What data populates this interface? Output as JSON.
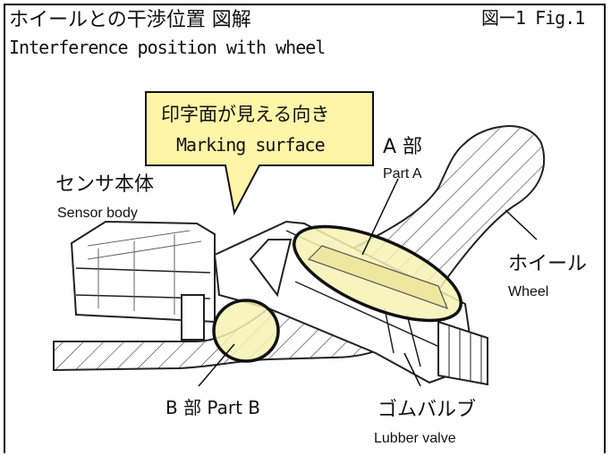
{
  "title_ja": "ホイールとの干渉位置 図解",
  "title_en": "Interference position with wheel",
  "figure_ref": "図ー1 Fig.1",
  "callout": {
    "ja": "印字面が見える向き",
    "en": "Marking surface"
  },
  "labels": {
    "sensor_body_ja": "センサ本体",
    "sensor_body_en": "Sensor body",
    "part_a_ja": "A 部",
    "part_a_en": "Part A",
    "wheel_ja": "ホイール",
    "wheel_en": "Wheel",
    "part_b": "B 部 Part B",
    "valve_ja": "ゴムバルブ",
    "valve_en": "Lubber valve"
  },
  "colors": {
    "callout_fill": "#fff5a8",
    "highlight_fill": "#f7f2b4",
    "outline": "#222222"
  }
}
